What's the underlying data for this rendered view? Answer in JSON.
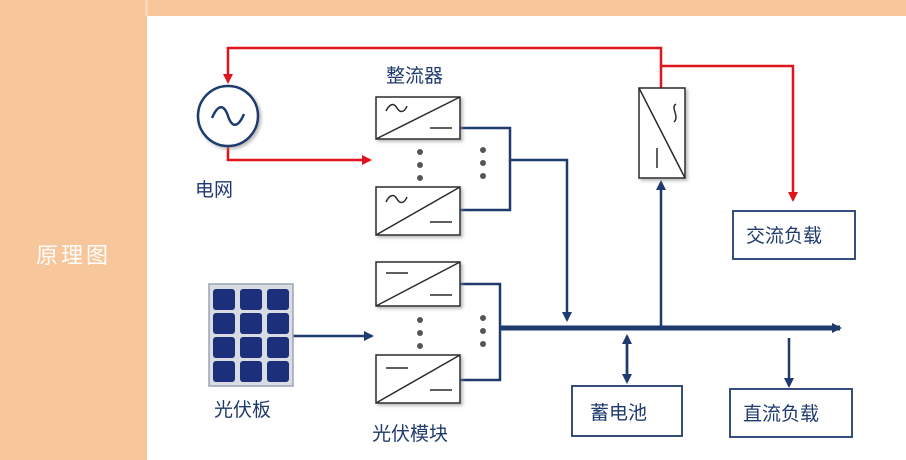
{
  "page": {
    "sidebar_title": "原理图"
  },
  "diagram": {
    "rectifier_label": "整流器",
    "grid_label": "电网",
    "pv_panel_label": "光伏板",
    "pv_module_label": "光伏模块",
    "battery_label": "蓄电池",
    "ac_load_label": "交流负载",
    "dc_load_label": "直流负载"
  },
  "colors": {
    "sidebar": "#f8c69b",
    "dc_line": "#1f3a6e",
    "ac_line": "#e0151b",
    "panel": "#1b2f7a"
  }
}
